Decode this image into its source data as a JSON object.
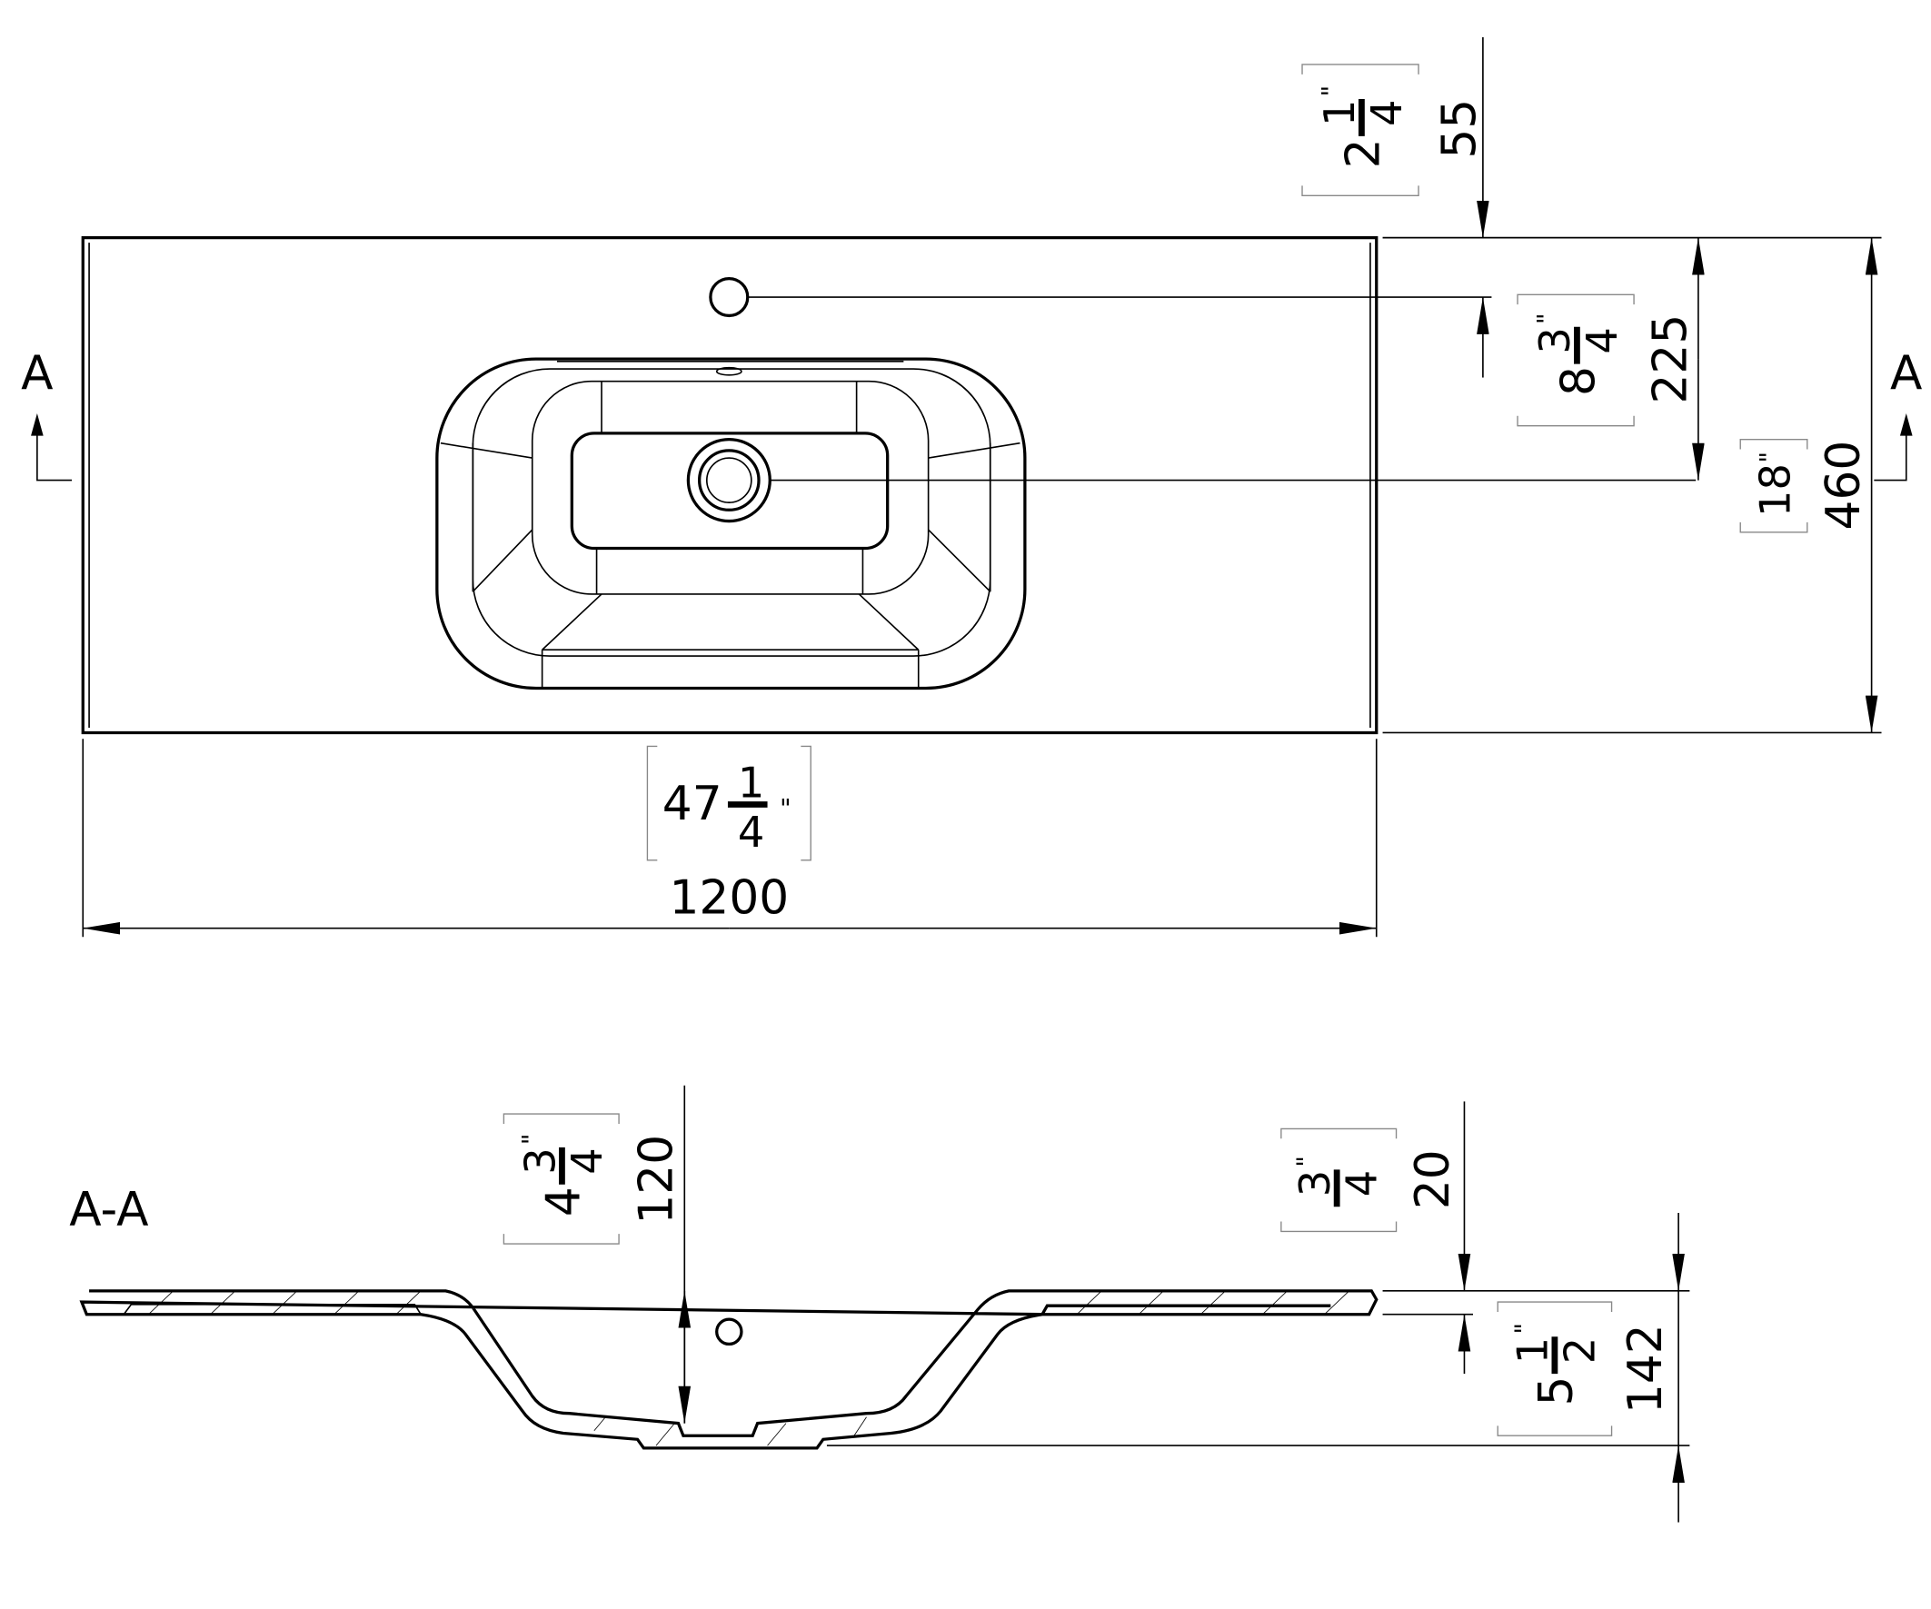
{
  "section_marks": {
    "left": "A",
    "right": "A",
    "section_title": "A-A"
  },
  "top_view": {
    "dim_faucet_offset": {
      "mm": "55",
      "whole": "2",
      "num": "1",
      "den": "4",
      "inch": "\""
    },
    "dim_drain_offset": {
      "mm": "225",
      "whole": "8",
      "num": "3",
      "den": "4",
      "inch": "\""
    },
    "dim_depth": {
      "mm": "460",
      "inches": "18",
      "inch": "\""
    },
    "dim_width": {
      "mm": "1200",
      "whole": "47",
      "num": "1",
      "den": "4",
      "inch": "\""
    }
  },
  "section_view": {
    "dim_basin_depth": {
      "mm": "120",
      "whole": "4",
      "num": "3",
      "den": "4",
      "inch": "\""
    },
    "dim_slab_thickness": {
      "mm": "20",
      "num": "3",
      "den": "4",
      "inch": "\""
    },
    "dim_total_height": {
      "mm": "142",
      "whole": "5",
      "num": "1",
      "den": "2",
      "inch": "\""
    }
  }
}
